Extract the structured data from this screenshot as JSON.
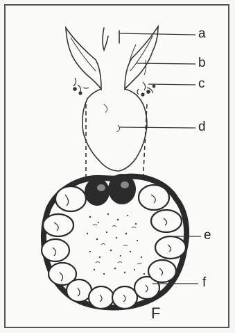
{
  "figure": {
    "labels": {
      "a": "a",
      "b": "b",
      "c": "c",
      "d": "d",
      "e": "e",
      "f": "f"
    },
    "figure_letter": "F"
  },
  "colors": {
    "ink": "#222222",
    "dark_fill": "#333333",
    "background": "#fbfbf9"
  }
}
